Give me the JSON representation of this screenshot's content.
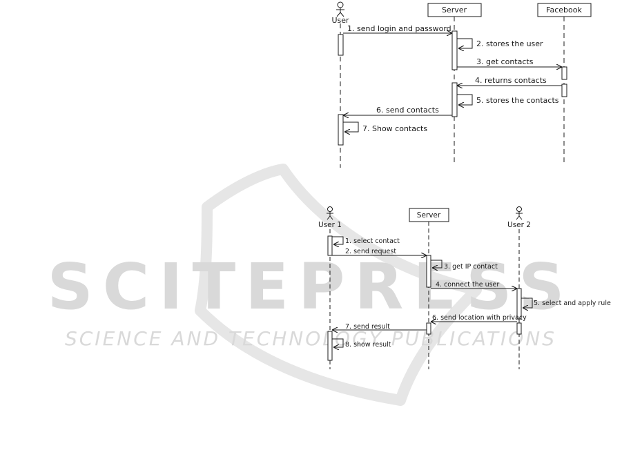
{
  "watermark": {
    "big": "SCITEPRESS",
    "small": "SCIENCE AND TECHNOLOGY PUBLICATIONS",
    "color": "#d6d6d6"
  },
  "diagram1": {
    "actor": "User",
    "server": "Server",
    "facebook": "Facebook",
    "messages": [
      "1. send login and password",
      "2. stores the user",
      "3. get contacts",
      "4. returns contacts",
      "5. stores the contacts",
      "6. send contacts",
      "7. Show contacts"
    ]
  },
  "diagram2": {
    "actor1": "User 1",
    "server": "Server",
    "actor2": "User 2",
    "messages": [
      "1. select contact",
      "2. send request",
      "3. get IP contact",
      "4. connect the user",
      "5. select and apply rule",
      "6. send location with privacy",
      "7. send result",
      "8. show result"
    ]
  }
}
